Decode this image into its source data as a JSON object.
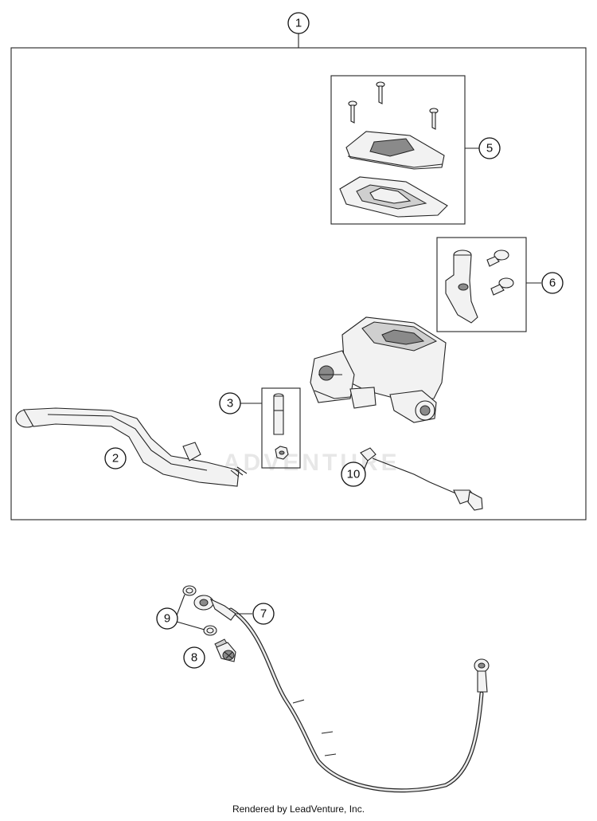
{
  "callouts": {
    "c1": "1",
    "c2": "2",
    "c3": "3",
    "c5": "5",
    "c6": "6",
    "c7": "7",
    "c8": "8",
    "c9": "9",
    "c10": "10"
  },
  "watermark": "ADVENTURE",
  "footer": {
    "credit": "Rendered by LeadVenture, Inc."
  }
}
